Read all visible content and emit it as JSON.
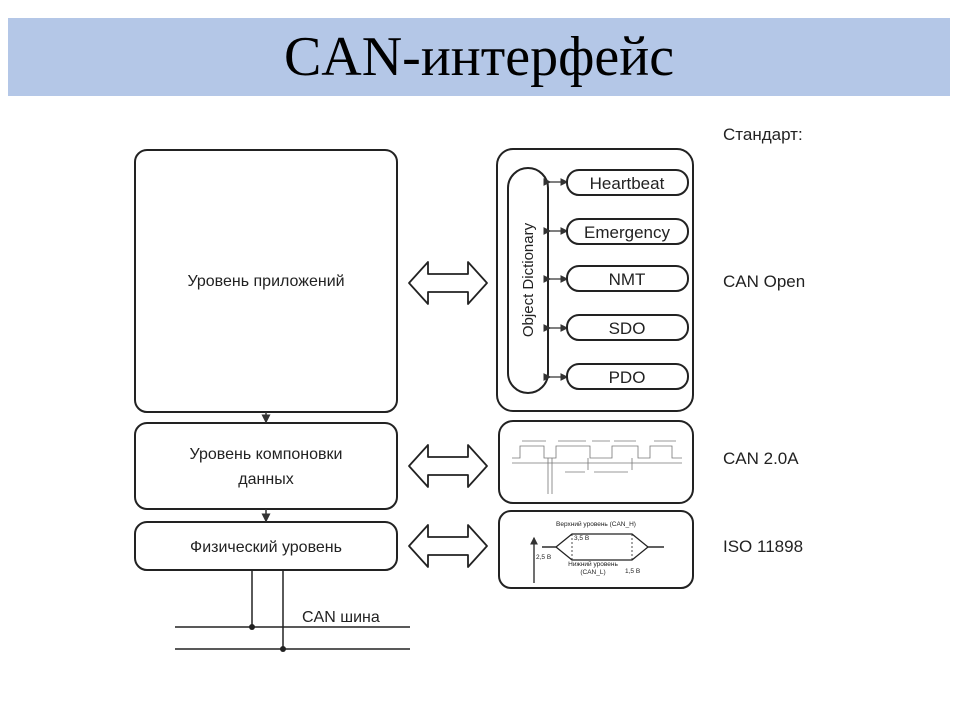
{
  "title": "CAN-интерфейс",
  "layers": {
    "application": "Уровень приложений",
    "data_link_line1": "Уровень компоновки",
    "data_link_line2": "данных",
    "physical": "Физический уровень"
  },
  "object_dictionary": "Object Dictionary",
  "services": [
    "Heartbeat",
    "Emergency",
    "NMT",
    "SDO",
    "PDO"
  ],
  "standards": {
    "header": "Стандарт:",
    "canopen": "CAN Open",
    "can20a": "CAN 2.0A",
    "iso": "ISO 11898"
  },
  "bus_label": "CAN шина",
  "signal": {
    "high_level": "Верхний уровень (CAN_H)",
    "low_level_line1": "Нижний уровень",
    "low_level_line2": "(CAN_L)",
    "v_35": "3,5 В",
    "v_25": "2,5 В",
    "v_15": "1,5 В"
  }
}
